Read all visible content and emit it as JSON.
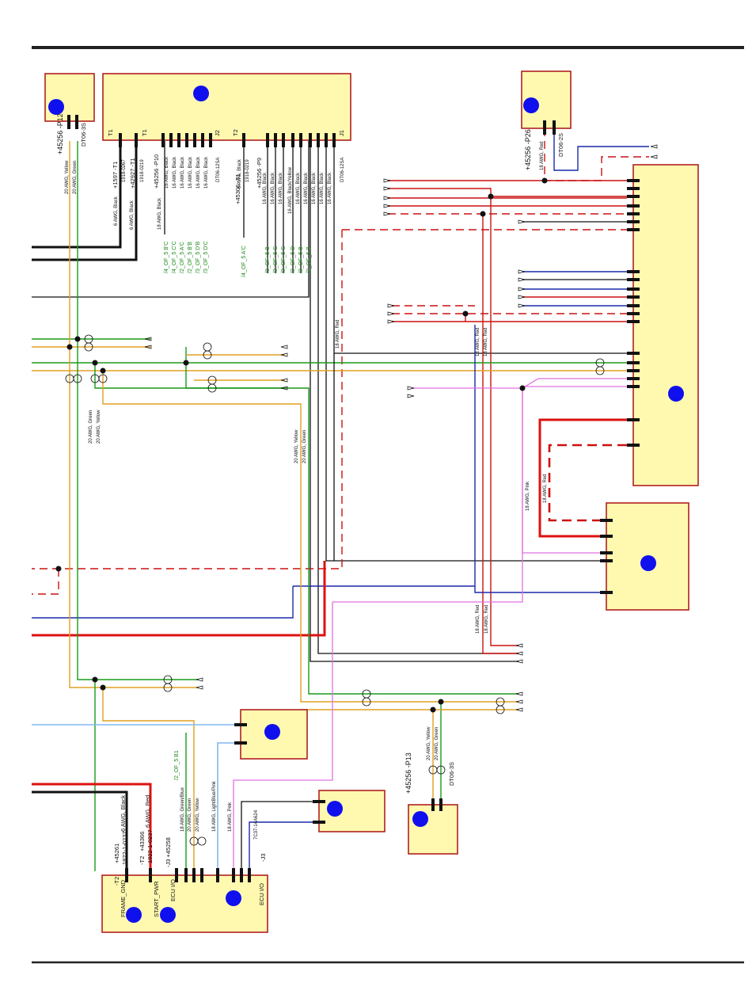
{
  "connectors": {
    "p12": {
      "ref": "+45256 -P12",
      "type": "DT06-3S"
    },
    "j1j2": {
      "t1a": "T1",
      "t1b": "T1",
      "j2": "J2",
      "t2": "T2",
      "j1": "J1",
      "part_j2": "DT06-12SA",
      "part_j1": "DT06-12SA"
    },
    "p26": {
      "ref": "+45256 -P26",
      "type": "DT06-2S"
    },
    "p13": {
      "ref": "+45256 -P13",
      "type": "DT06-3S"
    },
    "frame_gnd": {
      "label": "FRAME_GND",
      "ref": "+45261",
      "pin": "-T2",
      "part": "1822-1-0237"
    },
    "start_pwr": {
      "label": "START_PWR",
      "ref": "+43366",
      "pin": "-T2",
      "part": "1822-1-0237"
    },
    "ecu_io_j3": {
      "label": "ECU I/O",
      "ref": "-J3 +45258"
    },
    "ecu_io_j3b": {
      "label": "ECU I/O",
      "ref": "-J3",
      "part": "7C37-14A624"
    }
  },
  "top_refs": {
    "t1_a": "+1597 -T1",
    "t1_a_part": "1918-0267",
    "t1_b": "+42927 -T1",
    "t1_b_part": "1918-0219",
    "p10": "+45256 -P10",
    "t1_c": "+45306 -T1",
    "t1_c_part": "1918-0219",
    "p9": "+45256 -P9"
  },
  "circuits_left": [
    "/4_OF_5 B'C",
    "/4_OF_5 C'C",
    "/2_OF_5 A'C",
    "/2_OF_5 B'B",
    "/3_OF_5 D'B",
    "/3_OF_5 D'C"
  ],
  "circuits_mid": [
    "/4_OF_5 A'C",
    "/3_OF_5 B",
    "/2_OF_5 C",
    "/2_OF_5 C",
    "/2_OF_5 D",
    "/2_OF_5 B",
    "/2_OF_5 B"
  ],
  "circuit_bottom": "/2_OF_5 B1",
  "wire_labels": {
    "w1": "6 AWG, Black",
    "w2": "6 AWG, Black",
    "w3": "18 AWG, Black",
    "w4": "20 AWG, Yellow",
    "w5": "20 AWG, Green",
    "w6": "18 AWG, Red",
    "w7": "18 AWG, Red",
    "w8": "18 AWG, Red",
    "w9": "18 AWG, Pink",
    "w10": "18 AWG, Red",
    "w11": "20 AWG, Green",
    "w12": "20 AWG, Yellow",
    "w13": "20 AWG, Yellow",
    "w14": "20 AWG, Green",
    "w15": "18 AWG, Red",
    "w16": "18 AWG, Red",
    "w17": "20 AWG, Yellow",
    "w18": "20 AWG, Green",
    "w19": "6 AWG, Black",
    "w20": "6 AWG, Red",
    "w21": "18 AWG, Green/Blue",
    "w22": "20 AWG, Green",
    "w23": "20 AWG, Yellow",
    "w24": "18 AWG, LightBlue/Pink",
    "w25": "18 AWG, Pink",
    "w26": "16 AWG, Black",
    "w27": "16 AWG, Black",
    "w28": "16 AWG, Black",
    "w29": "16 AWG, Black",
    "w30": "16 AWG, Black",
    "w31": "16 AWG, Black",
    "w32": "16 AWG, Black",
    "w33": "16 AWG, Black",
    "w34": "16 AWG, Black",
    "w35": "16 AWG, Black/Yellow",
    "w36": "16 AWG, Black",
    "w37": "16 AWG, Black",
    "w38": "16 AWG, Black",
    "w39": "16 AWG, Black",
    "w40": "16 AWG, Black",
    "w41": "6 AWG, Black"
  },
  "colors": {
    "connector_fill": "#fff9b0",
    "connector_border": "#b02020",
    "marker": "#1010ee"
  }
}
